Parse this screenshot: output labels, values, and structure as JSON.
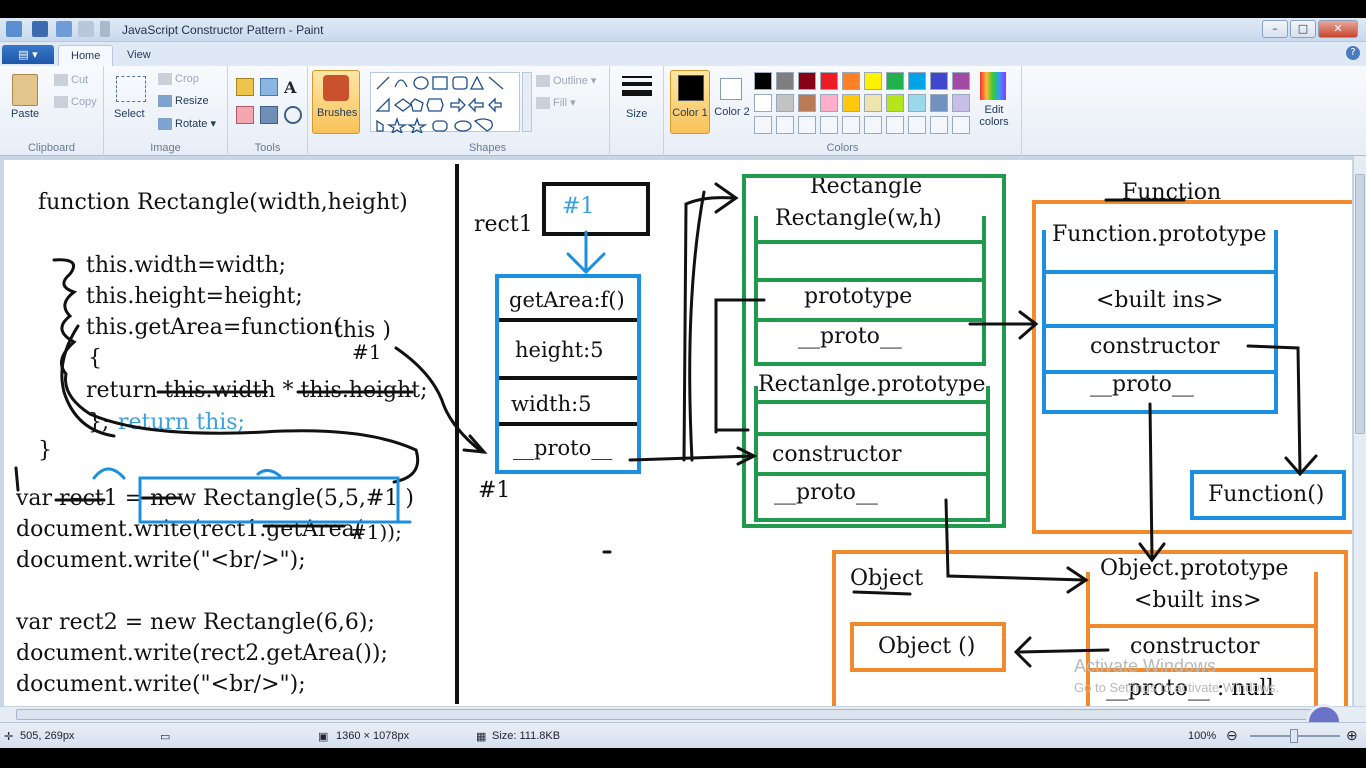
{
  "window": {
    "title": "JavaScript Constructor Pattern - Paint",
    "minimize": "–",
    "maximize": "□",
    "close": "✕"
  },
  "menu": {
    "file": "▤ ▾",
    "tabs": [
      "Home",
      "View"
    ]
  },
  "ribbon": {
    "clipboard": {
      "label": "Clipboard",
      "paste": "Paste",
      "cut": "Cut",
      "copy": "Copy"
    },
    "image": {
      "label": "Image",
      "select": "Select",
      "crop": "Crop",
      "resize": "Resize",
      "rotate": "Rotate ▾"
    },
    "tools": {
      "label": "Tools"
    },
    "brushes": {
      "label": "Brushes"
    },
    "shapes": {
      "label": "Shapes",
      "outline": "Outline ▾",
      "fill": "Fill ▾"
    },
    "size": {
      "label": "Size"
    },
    "colors": {
      "label": "Colors",
      "color1": "Color 1",
      "color2": "Color 2",
      "edit": "Edit colors",
      "row1": [
        "#000000",
        "#7f7f7f",
        "#880015",
        "#ed1c24",
        "#ff7f27",
        "#fff200",
        "#22b14c",
        "#00a2e8",
        "#3f48cc",
        "#a349a4"
      ],
      "row2": [
        "#ffffff",
        "#c3c3c3",
        "#b97a57",
        "#ffaec9",
        "#ffc90e",
        "#efe4b0",
        "#b5e61d",
        "#99d9ea",
        "#7092be",
        "#c8bfe7"
      ]
    }
  },
  "canvas": {
    "code": {
      "fn": "function Rectangle(width,height)",
      "l1": "this.width=width;",
      "l2": "this.height=height;",
      "l3": "this.getArea=function(",
      "this_arg": "this )",
      "hash1a": "#1",
      "brace_open": "{",
      "ret": "return this.width * this.height;",
      "close": "};",
      "return_this": "return this;",
      "fn_close": "}",
      "v1": "var rect1 = new Rectangle(5,5,#1 )",
      "w1": "document.write(rect1.getArea(",
      "w1_arg": "#1));",
      "br1": "document.write(\"<br/>\");",
      "v2": "var rect2 = new Rectangle(6,6);",
      "w2": "document.write(rect2.getArea());",
      "br2": "document.write(\"<br/>\");"
    },
    "diagram": {
      "rect1_label": "rect1",
      "ref": "#1",
      "obj_props": [
        "getArea:f()",
        "height:5",
        "width:5",
        "__proto__"
      ],
      "obj_ref": "#1",
      "rect_title": "Rectangle",
      "rect_fn": "Rectangle(w,h)",
      "rect_fn_rows": [
        "prototype",
        "__proto__"
      ],
      "rect_proto": "Rectanlge.prototype",
      "rect_proto_rows": [
        "constructor",
        "__proto__"
      ],
      "function_title": "Function",
      "function_proto": "Function.prototype",
      "function_proto_rows": [
        "<built ins>",
        "constructor",
        "__proto__"
      ],
      "function_ctor": "Function()",
      "object_title": "Object",
      "object_ctor": "Object ()",
      "object_proto": "Object.prototype",
      "object_proto_rows": [
        "<built ins>",
        "constructor",
        "__proto__ : null"
      ]
    }
  },
  "watermark": {
    "title": "Activate Windows",
    "sub": "Go to Settings to activate Windows."
  },
  "status": {
    "cursor": "505, 269px",
    "dims": "1360 × 1078px",
    "size": "Size: 111.8KB",
    "zoom": "100%"
  }
}
